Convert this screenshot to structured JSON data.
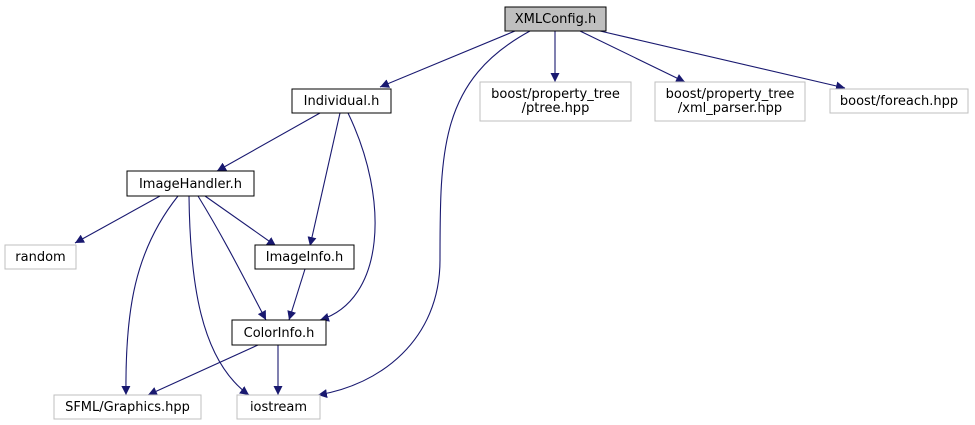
{
  "graph": {
    "colors": {
      "edge": "#191970",
      "node_border_local": "#000000",
      "node_border_external": "#bfbfbf",
      "root_fill": "#bfbfbf",
      "node_fill": "#ffffff"
    },
    "nodes": {
      "xmlconfig": {
        "lines": [
          "XMLConfig.h"
        ],
        "kind": "root"
      },
      "individual": {
        "lines": [
          "Individual.h"
        ],
        "kind": "local"
      },
      "ptree": {
        "lines": [
          "boost/property_tree",
          "/ptree.hpp"
        ],
        "kind": "external"
      },
      "xml_parser": {
        "lines": [
          "boost/property_tree",
          "/xml_parser.hpp"
        ],
        "kind": "external"
      },
      "foreach": {
        "lines": [
          "boost/foreach.hpp"
        ],
        "kind": "external"
      },
      "imagehandler": {
        "lines": [
          "ImageHandler.h"
        ],
        "kind": "local"
      },
      "random": {
        "lines": [
          "random"
        ],
        "kind": "external"
      },
      "imageinfo": {
        "lines": [
          "ImageInfo.h"
        ],
        "kind": "local"
      },
      "colorinfo": {
        "lines": [
          "ColorInfo.h"
        ],
        "kind": "local"
      },
      "sfml_graphics": {
        "lines": [
          "SFML/Graphics.hpp"
        ],
        "kind": "external"
      },
      "iostream": {
        "lines": [
          "iostream"
        ],
        "kind": "external"
      }
    }
  }
}
